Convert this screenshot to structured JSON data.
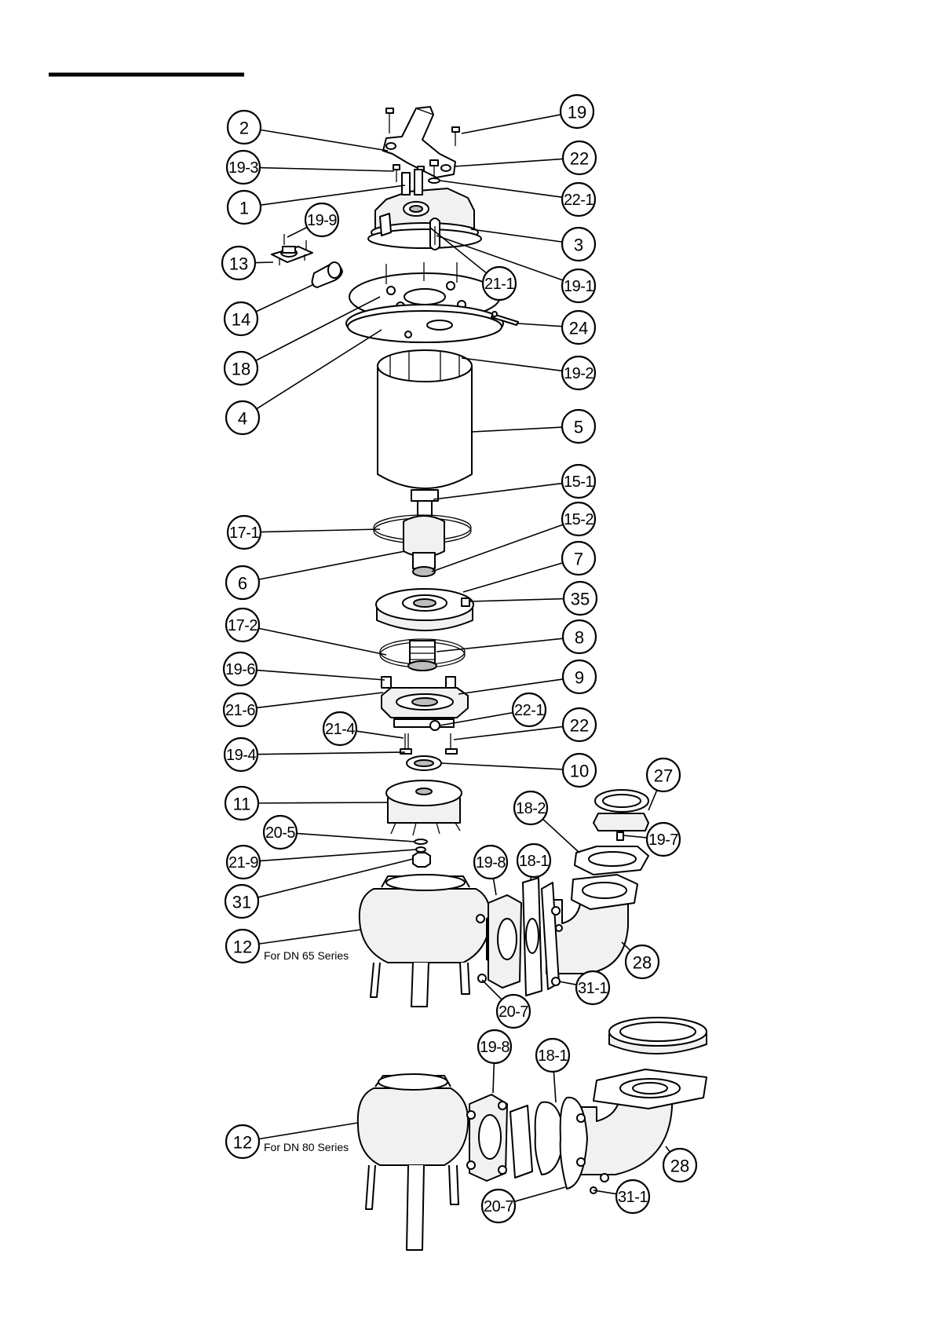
{
  "series_labels": {
    "dn65": "For DN 65 Series",
    "dn80": "For DN 80 Series"
  },
  "callouts": [
    {
      "id": "c-2",
      "label": "2"
    },
    {
      "id": "c-19-3",
      "label": "19-3"
    },
    {
      "id": "c-1",
      "label": "1"
    },
    {
      "id": "c-19-9",
      "label": "19-9"
    },
    {
      "id": "c-13",
      "label": "13"
    },
    {
      "id": "c-14",
      "label": "14"
    },
    {
      "id": "c-18",
      "label": "18"
    },
    {
      "id": "c-4",
      "label": "4"
    },
    {
      "id": "c-17-1",
      "label": "17-1"
    },
    {
      "id": "c-6",
      "label": "6"
    },
    {
      "id": "c-17-2",
      "label": "17-2"
    },
    {
      "id": "c-19-6",
      "label": "19-6"
    },
    {
      "id": "c-21-6",
      "label": "21-6"
    },
    {
      "id": "c-21-4",
      "label": "21-4"
    },
    {
      "id": "c-19-4",
      "label": "19-4"
    },
    {
      "id": "c-11",
      "label": "11"
    },
    {
      "id": "c-20-5",
      "label": "20-5"
    },
    {
      "id": "c-21-9",
      "label": "21-9"
    },
    {
      "id": "c-31",
      "label": "31"
    },
    {
      "id": "c-12a",
      "label": "12"
    },
    {
      "id": "c-12b",
      "label": "12"
    },
    {
      "id": "c-19",
      "label": "19"
    },
    {
      "id": "c-22a",
      "label": "22"
    },
    {
      "id": "c-22-1a",
      "label": "22-1"
    },
    {
      "id": "c-3",
      "label": "3"
    },
    {
      "id": "c-21-1",
      "label": "21-1"
    },
    {
      "id": "c-19-1",
      "label": "19-1"
    },
    {
      "id": "c-24",
      "label": "24"
    },
    {
      "id": "c-19-2",
      "label": "19-2"
    },
    {
      "id": "c-5",
      "label": "5"
    },
    {
      "id": "c-15-1",
      "label": "15-1"
    },
    {
      "id": "c-15-2",
      "label": "15-2"
    },
    {
      "id": "c-7",
      "label": "7"
    },
    {
      "id": "c-35",
      "label": "35"
    },
    {
      "id": "c-8",
      "label": "8"
    },
    {
      "id": "c-9",
      "label": "9"
    },
    {
      "id": "c-22-1b",
      "label": "22-1"
    },
    {
      "id": "c-22b",
      "label": "22"
    },
    {
      "id": "c-10",
      "label": "10"
    },
    {
      "id": "c-27a",
      "label": "27"
    },
    {
      "id": "c-18-2",
      "label": "18-2"
    },
    {
      "id": "c-19-7",
      "label": "19-7"
    },
    {
      "id": "c-19-8a",
      "label": "19-8"
    },
    {
      "id": "c-18-1a",
      "label": "18-1"
    },
    {
      "id": "c-28a",
      "label": "28"
    },
    {
      "id": "c-31-1a",
      "label": "31-1"
    },
    {
      "id": "c-20-7a",
      "label": "20-7"
    },
    {
      "id": "c-19-8b",
      "label": "19-8"
    },
    {
      "id": "c-18-1b",
      "label": "18-1"
    },
    {
      "id": "c-28b",
      "label": "28"
    },
    {
      "id": "c-31-1b",
      "label": "31-1"
    },
    {
      "id": "c-20-7b",
      "label": "20-7"
    }
  ]
}
